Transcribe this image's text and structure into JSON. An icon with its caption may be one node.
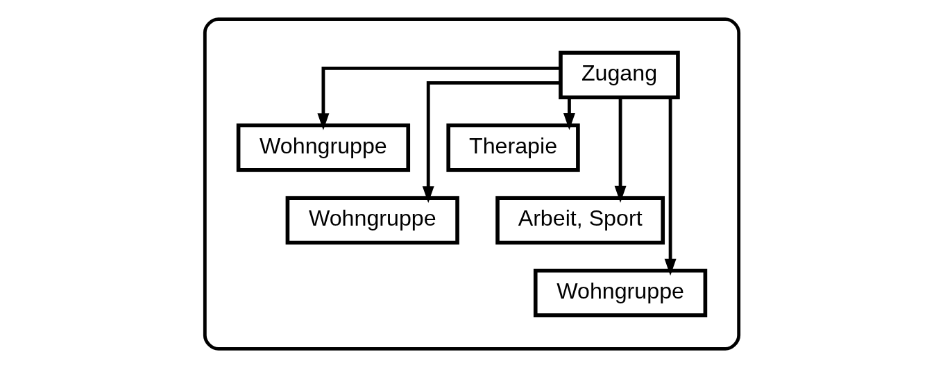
{
  "diagram": {
    "nodes": [
      {
        "text": [],
        "shape": "ellipse"
      },
      {
        "text": [
          "Zugang"
        ],
        "in": 0
      },
      {
        "text": [
          "Wohngruppe"
        ],
        "in": 0
      },
      {
        "text": [
          "Therapie"
        ],
        "in": 0
      },
      {
        "text": [
          "Wohngruppe"
        ],
        "in": 0
      },
      {
        "text": [
          "Arbeit, Sport"
        ],
        "in": 0
      },
      {
        "text": [
          "Wohngruppe"
        ],
        "in": 0
      }
    ],
    "edges": [
      {
        "from": 1,
        "to": 2,
        "arrow": "to"
      },
      {
        "from": 1,
        "to": 4,
        "arrow": "to"
      },
      {
        "from": 1,
        "to": 6,
        "arrow": "to"
      },
      {
        "from": 1,
        "to": 5,
        "arrow": "to"
      },
      {
        "from": 1,
        "to": 3,
        "arrow": "to"
      }
    ]
  }
}
